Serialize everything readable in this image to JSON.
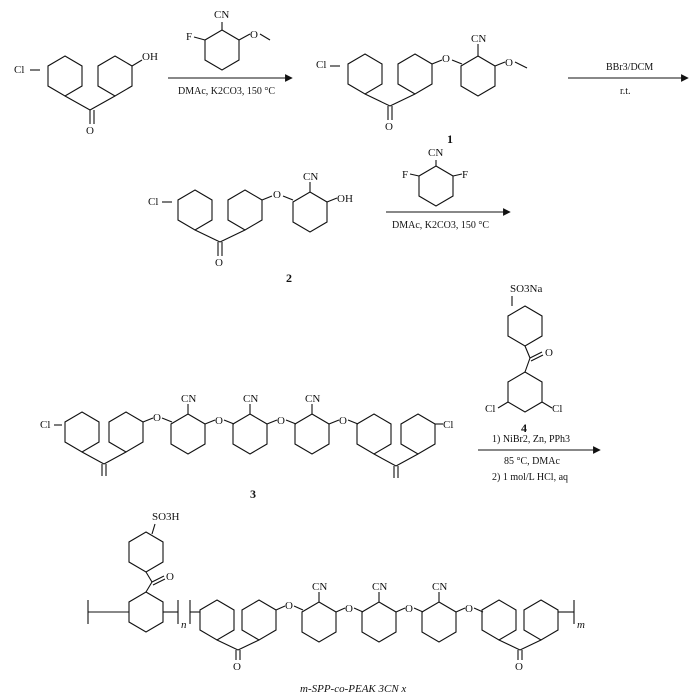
{
  "step1": {
    "start_material": {
      "cl": "Cl",
      "oh": "OH",
      "o": "O"
    },
    "reagent": {
      "f": "F",
      "cn": "CN",
      "ome": "O"
    },
    "conditions": "DMAc, K2CO3, 150 °C"
  },
  "compound1": {
    "cl": "Cl",
    "o_keto": "O",
    "o_ether": "O",
    "cn": "CN",
    "ome": "O",
    "number": "1"
  },
  "step2": {
    "reagent": "BBr3/DCM",
    "conditions": "r.t."
  },
  "compound2": {
    "cl": "Cl",
    "o_keto": "O",
    "o_ether": "O",
    "cn": "CN",
    "oh": "OH",
    "number": "2"
  },
  "step3": {
    "reagent": {
      "f1": "F",
      "cn": "CN",
      "f2": "F"
    },
    "conditions": "DMAc, K2CO3, 150 °C"
  },
  "compound3": {
    "cl1": "Cl",
    "cl2": "Cl",
    "o": "O",
    "cn": "CN",
    "number": "3"
  },
  "compound4": {
    "so3na": "SO3Na",
    "o": "O",
    "cl1": "Cl",
    "cl2": "Cl",
    "number": "4"
  },
  "step4": {
    "line1": "1) NiBr2, Zn, PPh3",
    "line2": "85 °C, DMAc",
    "line3": "2) 1 mol/L HCl, aq"
  },
  "polymer": {
    "so3h": "SO3H",
    "o": "O",
    "cn": "CN",
    "n": "n",
    "m": "m",
    "name": "m-SPP-co-PEAK 3CN x"
  }
}
